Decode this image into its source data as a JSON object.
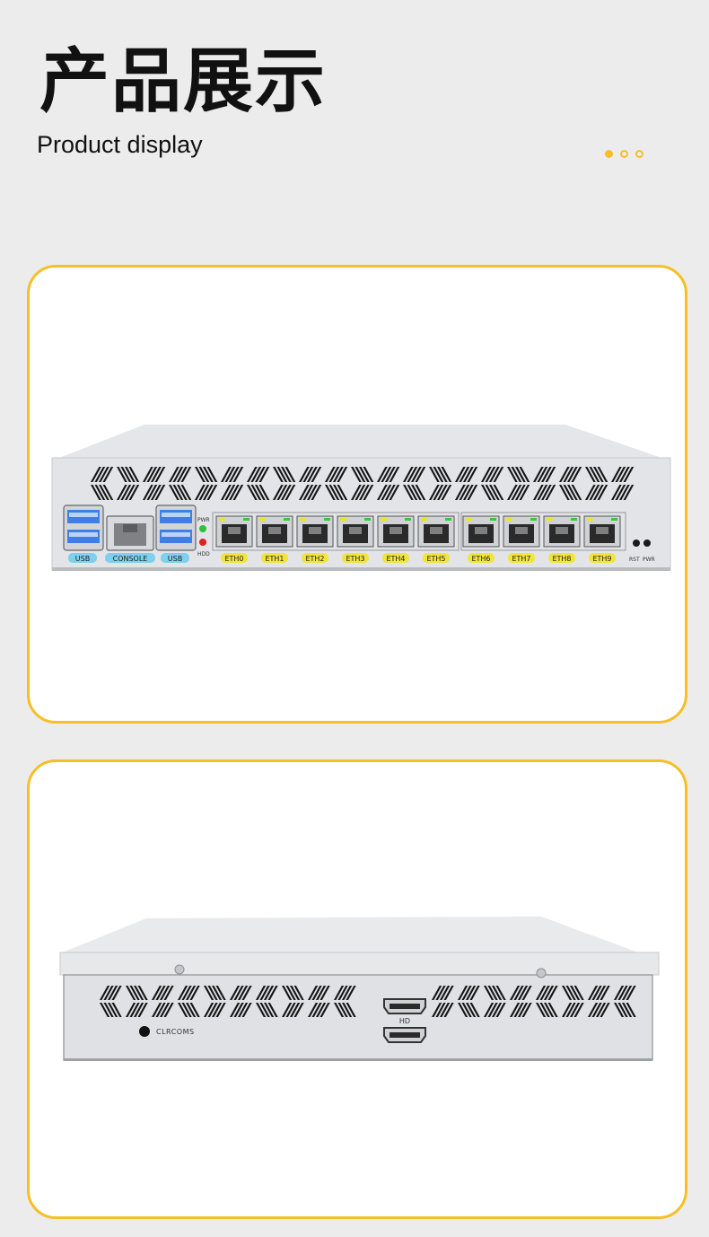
{
  "header": {
    "title_cn": "产品展示",
    "title_en": "Product display",
    "carousel_dots": 3,
    "accent_color": "#f6bf25"
  },
  "front_panel": {
    "usb_label": "USB",
    "console_label": "CONSOLE",
    "pwr_label": "PWR",
    "hdd_label": "HDD",
    "eth_labels": [
      "ETH0",
      "ETH1",
      "ETH2",
      "ETH3",
      "ETH4",
      "ETH5",
      "ETH6",
      "ETH7",
      "ETH8",
      "ETH9"
    ],
    "rst_label": "RST",
    "pwr_button_label": "PWR"
  },
  "rear_panel": {
    "clrcmos_label": "CLRCOMS",
    "hd_label": "HD"
  }
}
